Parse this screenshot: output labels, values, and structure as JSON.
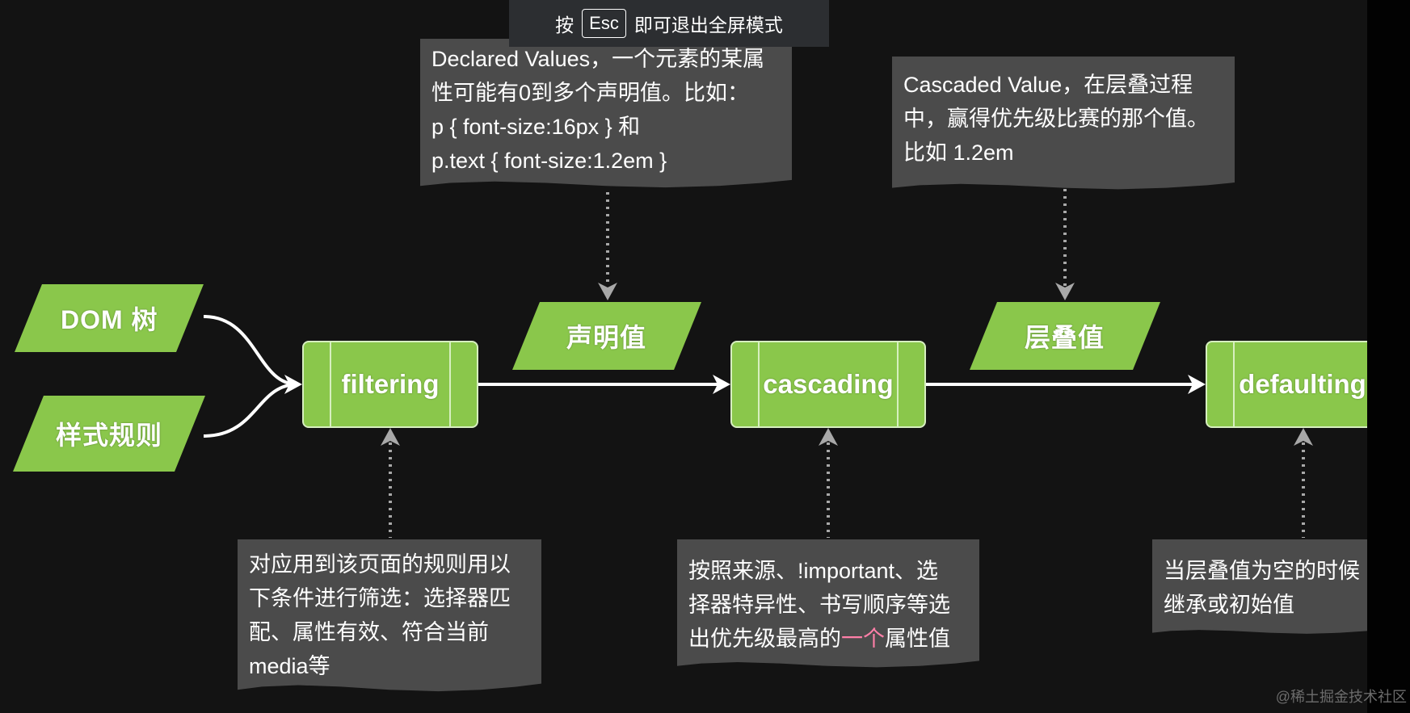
{
  "banner": {
    "prefix": "按",
    "key": "Esc",
    "suffix": "即可退出全屏模式"
  },
  "inputs": {
    "dom_tree": "DOM 树",
    "style_rules": "样式规则"
  },
  "stages": {
    "filtering": "filtering",
    "cascading": "cascading",
    "defaulting": "defaulting"
  },
  "values": {
    "declared": "声明值",
    "cascaded": "层叠值"
  },
  "notes": {
    "declared": [
      "Declared Values，一个元素的某属",
      "性可能有0到多个声明值。比如：",
      "p { font-size:16px } 和",
      "p.text { font-size:1.2em }"
    ],
    "cascaded": [
      "Cascaded Value，在层叠过程",
      "中，赢得优先级比赛的那个值。",
      "比如 1.2em"
    ],
    "filtering": [
      "对应用到该页面的规则用以",
      "下条件进行筛选：选择器匹",
      "配、属性有效、符合当前",
      "media等"
    ],
    "cascading": {
      "line1": "按照来源、!important、选",
      "line2": "择器特异性、书写顺序等选",
      "line3_pre": "出优先级最高的",
      "line3_highlight": "一个",
      "line3_post": "属性值"
    },
    "defaulting": [
      "当层叠值为空的时候",
      "继承或初始值"
    ]
  },
  "watermark": "@稀土掘金技术社区",
  "colors": {
    "green": "#8ac74b",
    "note_bg": "#4b4b4b",
    "background": "#131313",
    "highlight": "#ff7fa8"
  }
}
